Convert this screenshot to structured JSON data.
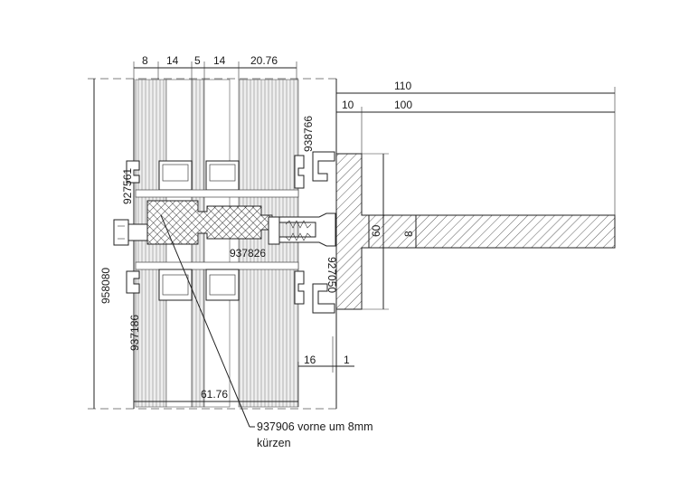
{
  "dimensions": {
    "d8": "8",
    "d14a": "14",
    "d5": "5",
    "d14b": "14",
    "d2076": "20.76",
    "d110": "110",
    "d10": "10",
    "d100": "100",
    "d60": "60",
    "d8b": "8",
    "d16": "16",
    "d1": "1",
    "d6176": "61.76"
  },
  "part_numbers": {
    "p938766": "938766",
    "p927561": "927561",
    "p958080": "958080",
    "p937826": "937826",
    "p927050": "927050",
    "p937186": "937186"
  },
  "note": {
    "line1": "937906 vorne um 8mm",
    "line2": "kürzen"
  }
}
